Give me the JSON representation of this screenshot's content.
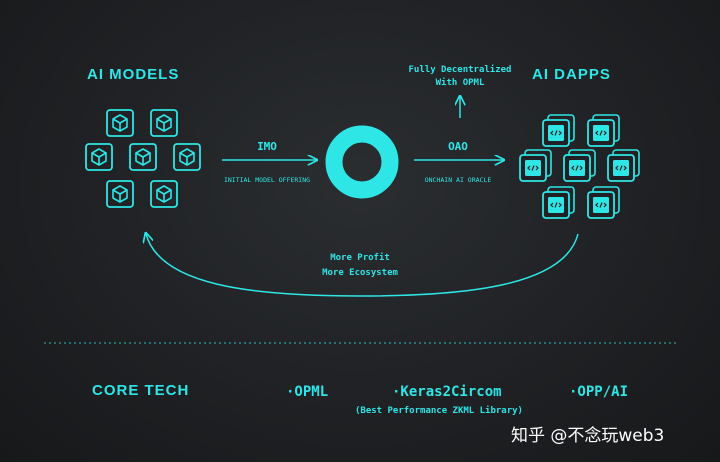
{
  "left_title": "AI MODELS",
  "right_title": "AI DAPPS",
  "top_note": {
    "line1": "Fully Decentralized",
    "line2": "With OPML"
  },
  "imo": {
    "label": "IMO",
    "sub": "INITIAL MODEL OFFERING"
  },
  "oao": {
    "label": "OAO",
    "sub": "ONCHAIN AI ORACLE"
  },
  "loop": {
    "line1": "More Profit",
    "line2": "More Ecosystem"
  },
  "core_tech": {
    "title": "CORE TECH",
    "items": [
      "·OPML",
      "·Keras2Circom",
      "·OPP/AI"
    ],
    "note": "(Best Performance ZKML Library)"
  },
  "watermark": "知乎 @不念玩web3",
  "colors": {
    "accent": "#2ee6e6",
    "background": "#1f2124"
  },
  "icons": {
    "models": "cube-icon",
    "dapps": "code-document-icon",
    "center": "ring-logo-icon"
  }
}
